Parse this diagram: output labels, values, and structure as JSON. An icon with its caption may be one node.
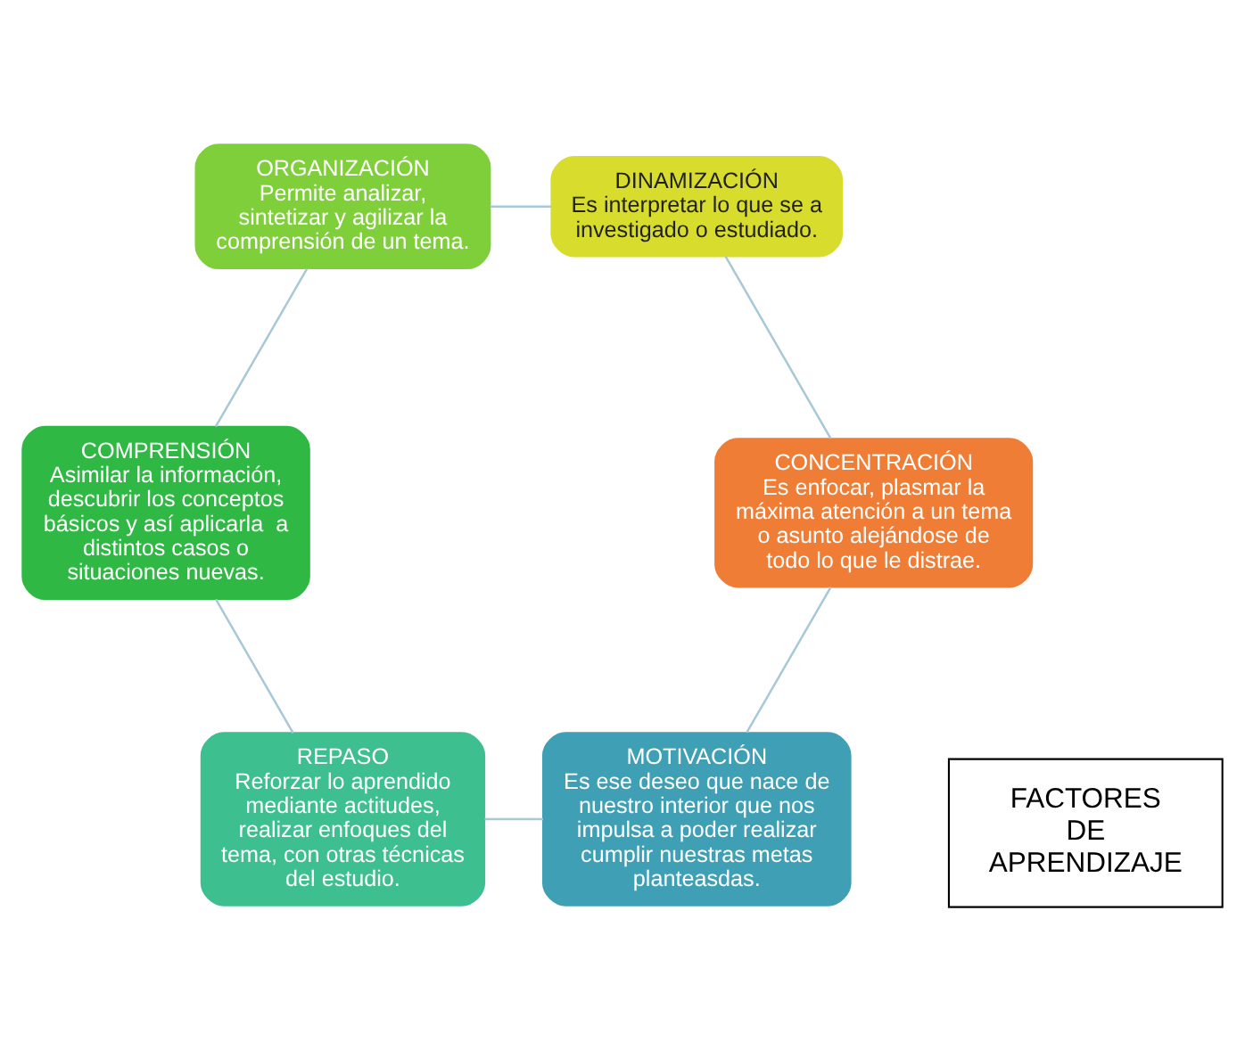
{
  "diagram": {
    "nodes": [
      {
        "text": [
          "MOTIVACIÓN",
          "Es ese deseo que nace de nuestro interior que nos impulsa a poder realizar cumplir nuestras metas planteasdas."
        ]
      },
      {
        "text": [
          "REPASO",
          "Reforzar lo aprendido mediante actitudes, realizar enfoques del tema, con otras técnicas del estudio."
        ]
      },
      {
        "text": [
          "COMPRENSIÓN",
          "Asimilar la información, descubrir los conceptos básicos y así aplicarla  a distintos casos o situaciones nuevas."
        ]
      },
      {
        "text": [
          "ORGANIZACIÓN",
          "Permite analizar, sintetizar y agilizar la comprensión de un tema."
        ]
      },
      {
        "text": [
          "DINAMIZACIÓN",
          "Es interpretar lo que se a investigado o estudiado."
        ]
      },
      {
        "text": [
          "CONCENTRACIÓN",
          "Es enfocar, plasmar la máxima atención a un tema o asunto alejándose de todo lo que le distrae."
        ]
      },
      {
        "text": [
          "FACTORES DE APRENDIZAJE"
        ]
      }
    ],
    "edges": [
      {
        "from": 0,
        "to": 1,
        "arrow": "none"
      },
      {
        "from": 1,
        "to": 2,
        "arrow": "none"
      },
      {
        "from": 2,
        "to": 3,
        "arrow": "none"
      },
      {
        "from": 3,
        "to": 4,
        "arrow": "none"
      },
      {
        "from": 4,
        "to": 5,
        "arrow": "none"
      },
      {
        "from": 5,
        "to": 0,
        "arrow": "none"
      }
    ]
  }
}
